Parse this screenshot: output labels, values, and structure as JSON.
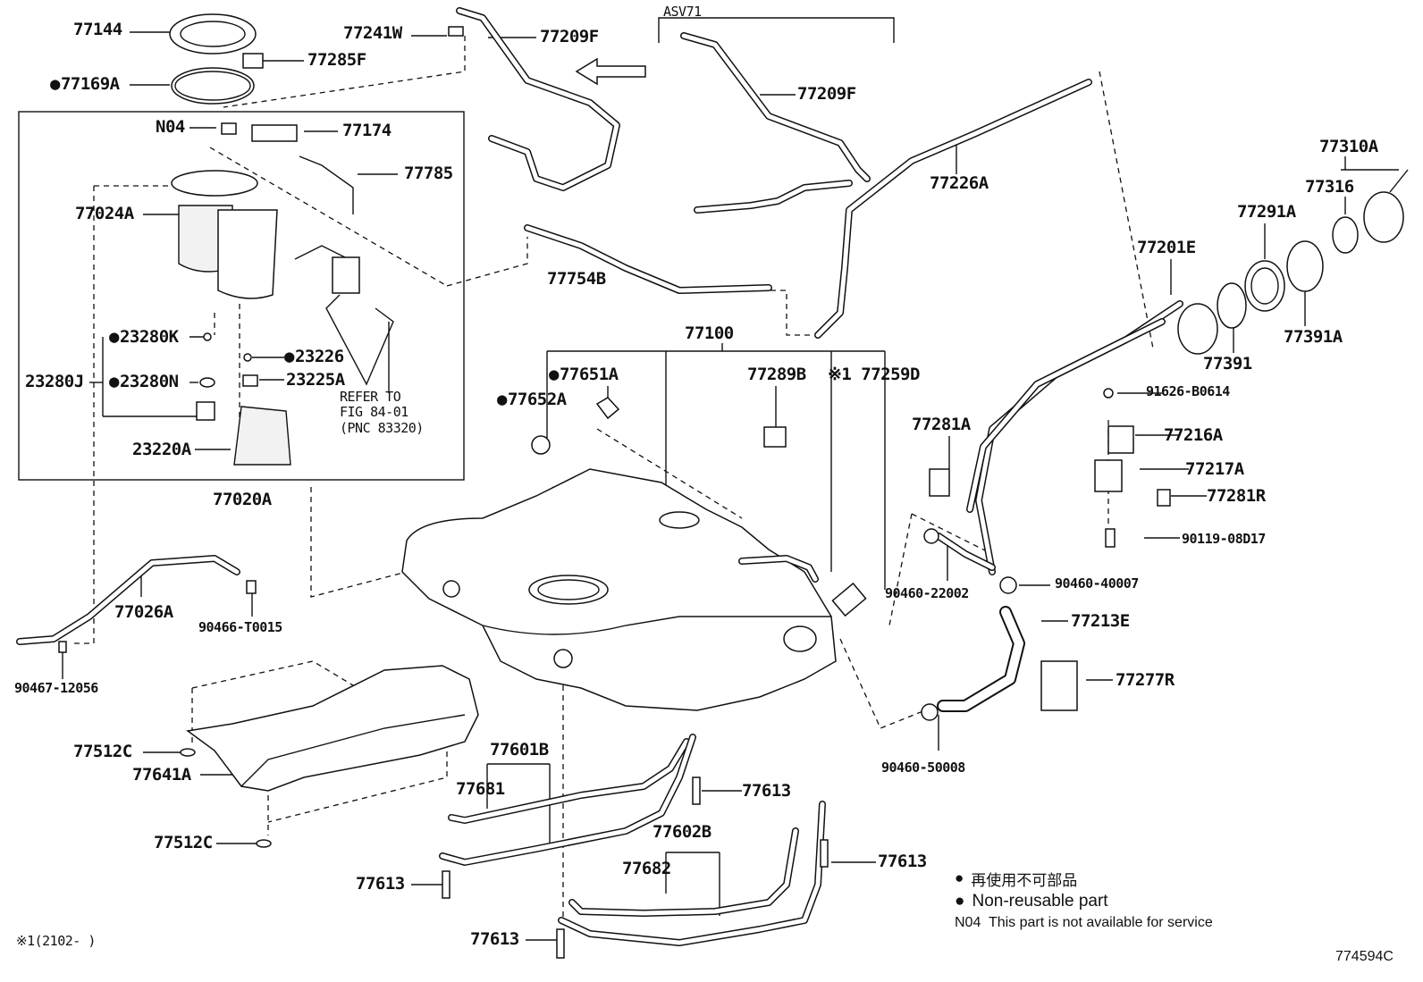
{
  "diagram": {
    "variant_label": "ASV71",
    "figure_code": "774594C",
    "footnote": "※1(2102-      )",
    "refer_note": [
      "REFER TO",
      "FIG 84-01",
      "(PNC 83320)"
    ],
    "group_labels": {
      "assembly_box": "77020A",
      "tank": "77100",
      "sender_group": "23280J"
    },
    "parts": [
      {
        "id": "p77144",
        "label": "77144",
        "dot": false
      },
      {
        "id": "p77241W",
        "label": "77241W",
        "dot": false
      },
      {
        "id": "p77209F_a",
        "label": "77209F",
        "dot": false
      },
      {
        "id": "p77209F_b",
        "label": "77209F",
        "dot": false
      },
      {
        "id": "p77285F",
        "label": "77285F",
        "dot": false
      },
      {
        "id": "p77169A",
        "label": "77169A",
        "dot": true
      },
      {
        "id": "pN04",
        "label": "N04",
        "dot": false
      },
      {
        "id": "p77174",
        "label": "77174",
        "dot": false
      },
      {
        "id": "p77785",
        "label": "77785",
        "dot": false
      },
      {
        "id": "p77024A",
        "label": "77024A",
        "dot": false
      },
      {
        "id": "p77754B",
        "label": "77754B",
        "dot": false
      },
      {
        "id": "p77226A",
        "label": "77226A",
        "dot": false
      },
      {
        "id": "p77310A",
        "label": "77310A",
        "dot": false
      },
      {
        "id": "p77316",
        "label": "77316",
        "dot": false
      },
      {
        "id": "p77291A",
        "label": "77291A",
        "dot": false
      },
      {
        "id": "p77201E",
        "label": "77201E",
        "dot": false
      },
      {
        "id": "p77391A",
        "label": "77391A",
        "dot": false
      },
      {
        "id": "p77391",
        "label": "77391",
        "dot": false
      },
      {
        "id": "p23280K",
        "label": "23280K",
        "dot": true
      },
      {
        "id": "p23226",
        "label": "23226",
        "dot": true
      },
      {
        "id": "p23280N",
        "label": "23280N",
        "dot": true
      },
      {
        "id": "p23225A",
        "label": "23225A",
        "dot": false
      },
      {
        "id": "p23220A",
        "label": "23220A",
        "dot": false
      },
      {
        "id": "p77651A",
        "label": "77651A",
        "dot": true
      },
      {
        "id": "p77652A",
        "label": "77652A",
        "dot": true
      },
      {
        "id": "p77289B",
        "label": "77289B",
        "dot": false
      },
      {
        "id": "p77259D",
        "label": "※1 77259D",
        "dot": false
      },
      {
        "id": "p91626",
        "label": "91626-B0614",
        "dot": false
      },
      {
        "id": "p77216A",
        "label": "77216A",
        "dot": false
      },
      {
        "id": "p77281A",
        "label": "77281A",
        "dot": false
      },
      {
        "id": "p77217A",
        "label": "77217A",
        "dot": false
      },
      {
        "id": "p77281R",
        "label": "77281R",
        "dot": false
      },
      {
        "id": "p90119",
        "label": "90119-08D17",
        "dot": false
      },
      {
        "id": "p77026A",
        "label": "77026A",
        "dot": false
      },
      {
        "id": "p90466",
        "label": "90466-T0015",
        "dot": false
      },
      {
        "id": "p90467",
        "label": "90467-12056",
        "dot": false
      },
      {
        "id": "p90460_22002",
        "label": "90460-22002",
        "dot": false
      },
      {
        "id": "p90460_40007",
        "label": "90460-40007",
        "dot": false
      },
      {
        "id": "p77213E",
        "label": "77213E",
        "dot": false
      },
      {
        "id": "p77277R",
        "label": "77277R",
        "dot": false
      },
      {
        "id": "p90460_50008",
        "label": "90460-50008",
        "dot": false
      },
      {
        "id": "p77512C_a",
        "label": "77512C",
        "dot": false
      },
      {
        "id": "p77641A",
        "label": "77641A",
        "dot": false
      },
      {
        "id": "p77512C_b",
        "label": "77512C",
        "dot": false
      },
      {
        "id": "p77601B",
        "label": "77601B",
        "dot": false
      },
      {
        "id": "p77681",
        "label": "77681",
        "dot": false
      },
      {
        "id": "p77613_a",
        "label": "77613",
        "dot": false
      },
      {
        "id": "p77602B",
        "label": "77602B",
        "dot": false
      },
      {
        "id": "p77682",
        "label": "77682",
        "dot": false
      },
      {
        "id": "p77613_b",
        "label": "77613",
        "dot": false
      },
      {
        "id": "p77613_c",
        "label": "77613",
        "dot": false
      },
      {
        "id": "p77613_d",
        "label": "77613",
        "dot": false
      }
    ]
  },
  "legend": {
    "line1": "再使用不可部品",
    "line2": "Non-reusable part",
    "line3": "N04  This part is not available for service"
  }
}
